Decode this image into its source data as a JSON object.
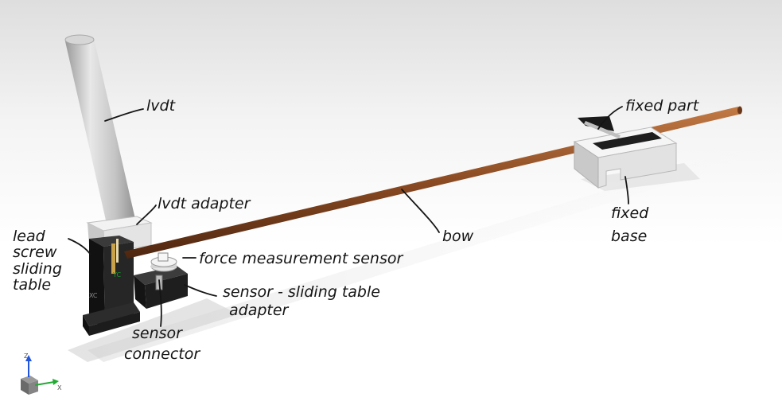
{
  "labels": {
    "lvdt": "lvdt",
    "lvdt_adapter": "lvdt adapter",
    "lead_screw": [
      "lead",
      "screw",
      "sliding",
      "table"
    ],
    "force_sensor": "force measurement sensor",
    "sensor_adapter": [
      "sensor - sliding table",
      "adapter"
    ],
    "sensor_connector": [
      "sensor",
      "connector"
    ],
    "bow": "bow",
    "fixed_part": "fixed part",
    "fixed_base": [
      "fixed",
      "base"
    ]
  },
  "triad": {
    "z": "Z",
    "x": "X"
  },
  "model_tags": {
    "yc": "YC",
    "xc": "XC"
  },
  "colors": {
    "rod": "#8a4a22",
    "lvdt_body": "#c9c9c9",
    "dark_block": "#1f1f1f",
    "fixed_base": "#e6e6e6",
    "axis_z": "#2255dd",
    "axis_x": "#22aa33"
  }
}
